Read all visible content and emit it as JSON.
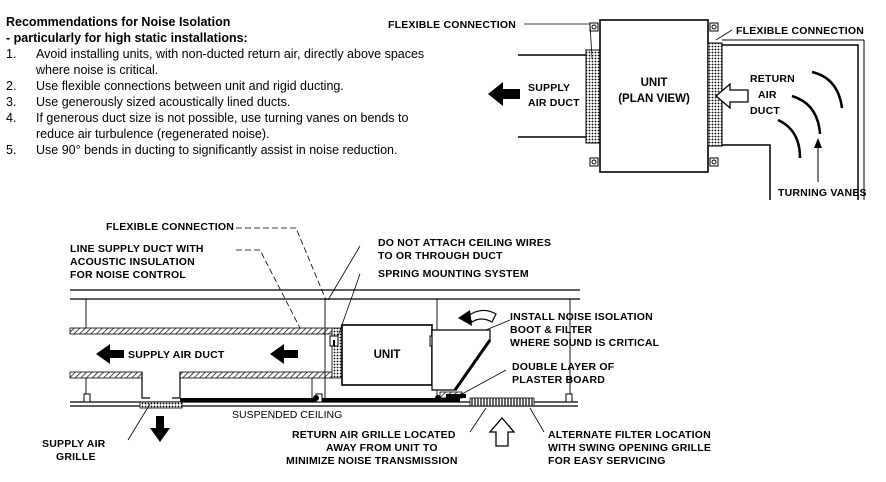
{
  "notes": {
    "title_line1": "Recommendations for Noise Isolation",
    "title_line2": "- particularly for high static installations:",
    "items": [
      {
        "num": "1.",
        "text": "Avoid installing units, with non-ducted return air, directly above spaces where noise is critical."
      },
      {
        "num": "2.",
        "text": "Use flexible connections between unit and rigid ducting."
      },
      {
        "num": "3.",
        "text": "Use generously sized acoustically lined ducts."
      },
      {
        "num": "4.",
        "text": "If generous duct size is not possible, use turning vanes on bends to reduce air turbulence (regenerated noise)."
      },
      {
        "num": "5.",
        "text": "Use 90° bends in ducting to significantly assist in noise reduction."
      }
    ]
  },
  "plan_view": {
    "flex_left": "FLEXIBLE CONNECTION",
    "flex_right": "FLEXIBLE CONNECTION",
    "supply_1": "SUPPLY",
    "supply_2": "AIR DUCT",
    "unit_1": "UNIT",
    "unit_2": "(PLAN VIEW)",
    "return_1": "RETURN",
    "return_2": "AIR",
    "return_3": "DUCT",
    "turning_vanes": "TURNING VANES"
  },
  "section_view": {
    "flex_conn": "FLEXIBLE CONNECTION",
    "line_supply_1": "LINE SUPPLY DUCT WITH",
    "line_supply_2": "ACOUSTIC INSULATION",
    "line_supply_3": "FOR NOISE CONTROL",
    "no_attach_1": "DO NOT ATTACH CEILING WIRES",
    "no_attach_2": "TO OR THROUGH DUCT",
    "spring": "SPRING MOUNTING SYSTEM",
    "install_1": "INSTALL NOISE ISOLATION",
    "install_2": "BOOT & FILTER",
    "install_3": "WHERE SOUND IS CRITICAL",
    "supply_air_duct": "SUPPLY AIR DUCT",
    "unit": "UNIT",
    "double_1": "DOUBLE LAYER OF",
    "double_2": "PLASTER BOARD",
    "suspended_ceiling": "SUSPENDED CEILING",
    "supply_grille_1": "SUPPLY AIR",
    "supply_grille_2": "GRILLE",
    "return_grille_1": "RETURN AIR GRILLE LOCATED",
    "return_grille_2": "AWAY FROM UNIT TO",
    "return_grille_3": "MINIMIZE NOISE TRANSMISSION",
    "alt_filter_1": "ALTERNATE FILTER LOCATION",
    "alt_filter_2": "WITH SWING OPENING GRILLE",
    "alt_filter_3": "FOR EASY SERVICING"
  }
}
